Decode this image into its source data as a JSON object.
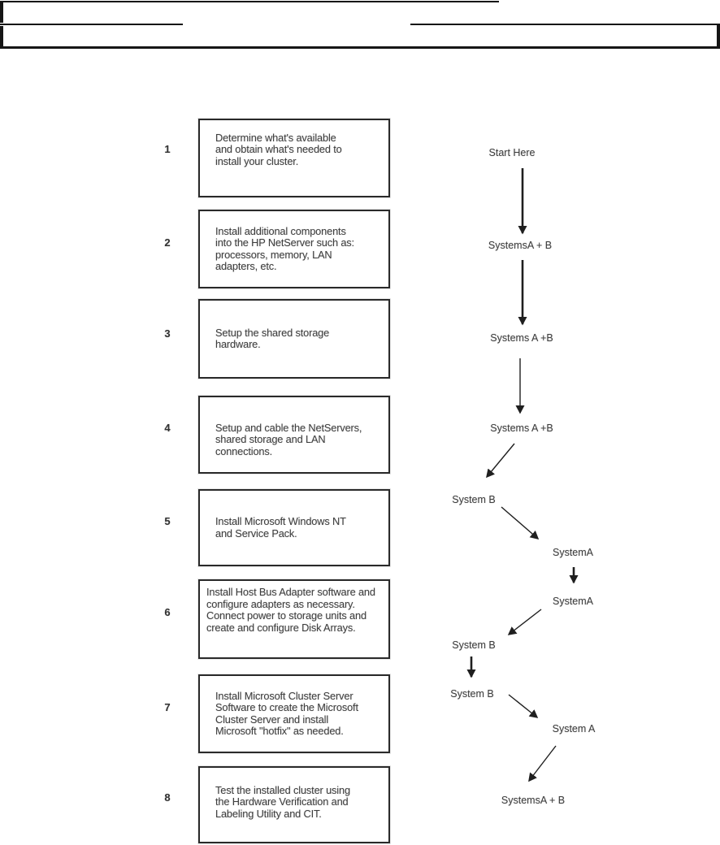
{
  "colors": {
    "ink": "#3d3d3d",
    "line": "#1f1f1f",
    "background": "#ffffff"
  },
  "steps": [
    {
      "number": "1",
      "text": "Determine what's available\nand obtain what's needed to\ninstall your cluster."
    },
    {
      "number": "2",
      "text": "Install additional components\ninto the HP NetServer such as:\nprocessors, memory, LAN\nadapters, etc."
    },
    {
      "number": "3",
      "text": "Setup the shared storage\nhardware."
    },
    {
      "number": "4",
      "text": "Setup and cable the NetServers,\nshared storage and LAN\nconnections."
    },
    {
      "number": "5",
      "text": "Install Microsoft Windows NT\nand Service Pack."
    },
    {
      "number": "6",
      "text": "Install Host Bus Adapter software and\nconfigure adapters as necessary.\nConnect power to storage units and\ncreate and configure Disk Arrays."
    },
    {
      "number": "7",
      "text": "Install Microsoft Cluster Server\nSoftware to create the Microsoft\nCluster Server and install\nMicrosoft \"hotfix\" as needed."
    },
    {
      "number": "8",
      "text": "Test the installed cluster using\nthe Hardware Verification and\nLabeling Utility and CIT."
    }
  ],
  "flow": {
    "labels": [
      {
        "text": "Start Here"
      },
      {
        "text": "SystemsA + B"
      },
      {
        "text": "Systems A +B"
      },
      {
        "text": "Systems A +B"
      },
      {
        "text": "System B"
      },
      {
        "text": "SystemA"
      },
      {
        "text": "SystemA"
      },
      {
        "text": "System B"
      },
      {
        "text": "System B"
      },
      {
        "text": "System A"
      },
      {
        "text": "SystemsA + B"
      }
    ],
    "arrows": [
      {
        "from": "Start Here",
        "to": "SystemsA + B",
        "style": "thick-vertical"
      },
      {
        "from": "SystemsA + B",
        "to": "Systems A +B",
        "style": "thick-vertical"
      },
      {
        "from": "Systems A +B",
        "to": "Systems A +B",
        "style": "thin-vertical"
      },
      {
        "from": "Systems A +B",
        "to": "System B",
        "style": "diagonal-down-left"
      },
      {
        "from": "System B",
        "to": "SystemA",
        "style": "diagonal-down-right"
      },
      {
        "from": "SystemA",
        "to": "SystemA",
        "style": "short-vertical"
      },
      {
        "from": "SystemA",
        "to": "System B",
        "style": "diagonal-down-left"
      },
      {
        "from": "System B",
        "to": "System B",
        "style": "short-vertical"
      },
      {
        "from": "System B",
        "to": "System A",
        "style": "diagonal-down-right"
      },
      {
        "from": "System A",
        "to": "SystemsA + B",
        "style": "diagonal-down-left"
      }
    ]
  }
}
